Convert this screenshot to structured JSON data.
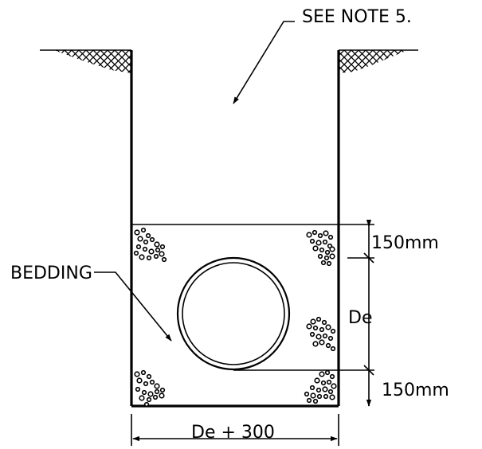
{
  "labels": {
    "note": "SEE NOTE 5.",
    "bedding": "BEDDING",
    "dim_top": "150mm",
    "dim_pipe": "De",
    "dim_bottom": "150mm",
    "dim_width": "De + 300"
  },
  "colors": {
    "line": "#000000",
    "background": "#ffffff"
  }
}
